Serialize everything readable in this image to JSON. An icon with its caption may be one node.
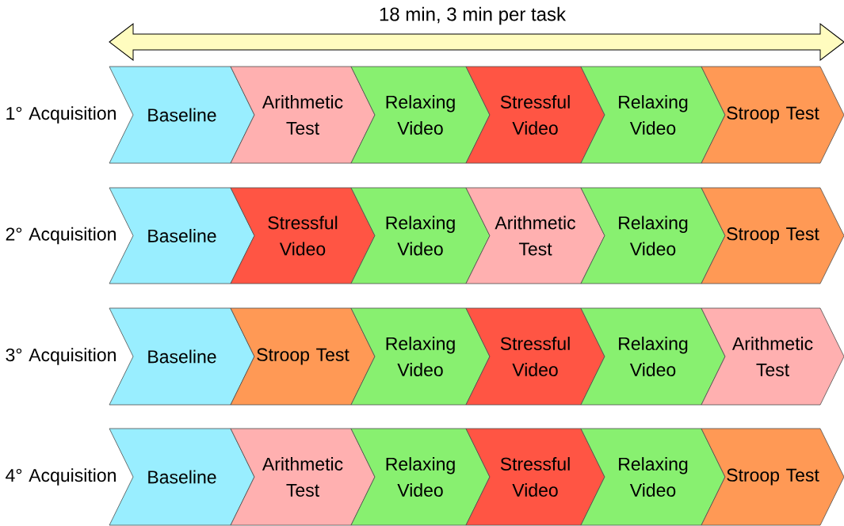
{
  "diagram": {
    "nodes": [
      {
        "text": [
          "Baseline"
        ]
      },
      {
        "text": [
          "Arithmetic Test"
        ]
      },
      {
        "text": [
          "Relaxing Video"
        ]
      },
      {
        "text": [
          "Stressful Video"
        ]
      },
      {
        "text": [
          "Relaxing Video"
        ]
      },
      {
        "text": [
          "Stroop Test"
        ]
      },
      {
        "text": [
          "Baseline"
        ]
      },
      {
        "text": [
          "Stressful Video"
        ]
      },
      {
        "text": [
          "Relaxing Video"
        ]
      },
      {
        "text": [
          "Arithmetic Test"
        ]
      },
      {
        "text": [
          "Relaxing Video"
        ]
      },
      {
        "text": [
          "Stroop Test"
        ]
      },
      {
        "text": [
          "Baseline"
        ]
      },
      {
        "text": [
          "Stroop Test"
        ]
      },
      {
        "text": [
          "Relaxing Video"
        ]
      },
      {
        "text": [
          "Stressful Video"
        ]
      },
      {
        "text": [
          "Relaxing Video"
        ]
      },
      {
        "text": [
          "Arithmetic Test"
        ]
      },
      {
        "text": [
          "Baseline"
        ]
      },
      {
        "text": [
          "Arithmetic Test"
        ]
      },
      {
        "text": [
          "Relaxing Video"
        ]
      },
      {
        "text": [
          "Stressful Video"
        ]
      },
      {
        "text": [
          "Relaxing Video"
        ]
      },
      {
        "text": [
          "Stroop Test"
        ]
      }
    ],
    "labels": [
      "18 min, 3 min per task",
      "1° Acquisition",
      "2° Acquisition",
      "3° Acquisition",
      "4° Acquisition"
    ]
  }
}
